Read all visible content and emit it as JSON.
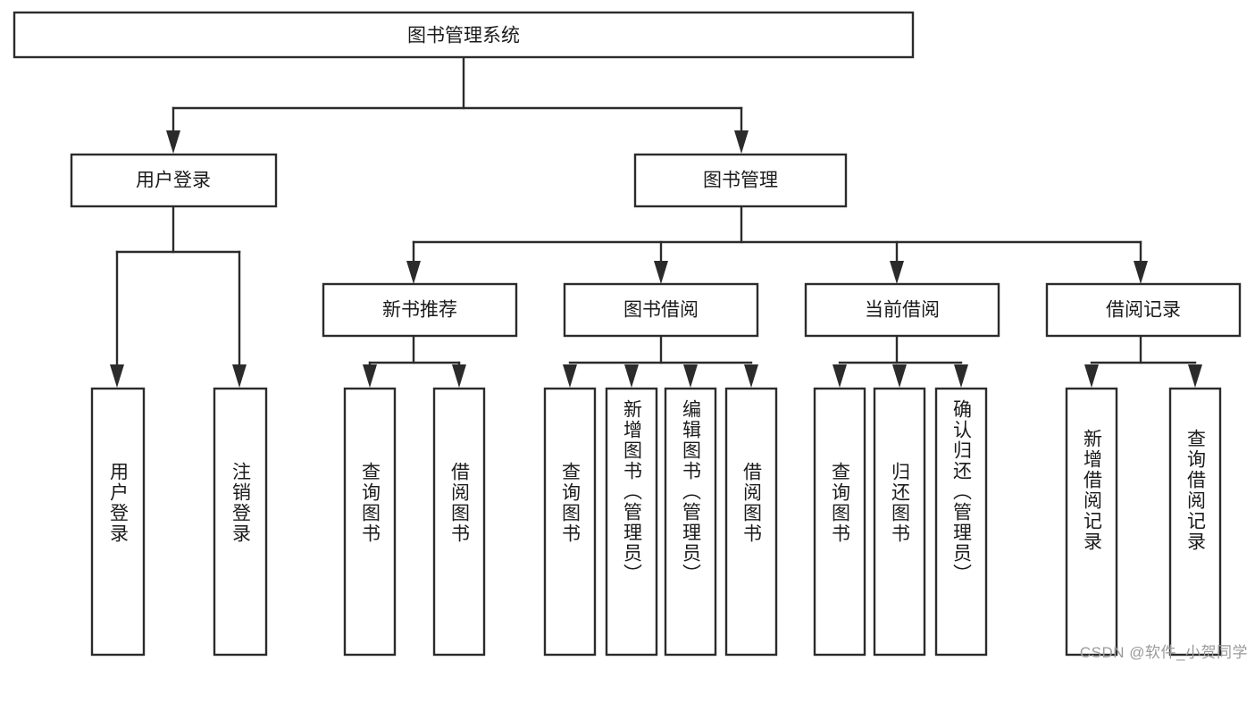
{
  "diagram": {
    "type": "tree-hierarchy",
    "title": "图书管理系统",
    "levels": [
      {
        "level": 1,
        "nodes": [
          {
            "id": "root",
            "label": "图书管理系统",
            "orientation": "horizontal"
          }
        ]
      },
      {
        "level": 2,
        "nodes": [
          {
            "id": "login",
            "label": "用户登录",
            "orientation": "horizontal",
            "parent": "root"
          },
          {
            "id": "bookmgmt",
            "label": "图书管理",
            "orientation": "horizontal",
            "parent": "root"
          }
        ]
      },
      {
        "level": 3,
        "nodes": [
          {
            "id": "newbook",
            "label": "新书推荐",
            "orientation": "horizontal",
            "parent": "bookmgmt"
          },
          {
            "id": "borrow",
            "label": "图书借阅",
            "orientation": "horizontal",
            "parent": "bookmgmt"
          },
          {
            "id": "current",
            "label": "当前借阅",
            "orientation": "horizontal",
            "parent": "bookmgmt"
          },
          {
            "id": "records",
            "label": "借阅记录",
            "orientation": "horizontal",
            "parent": "bookmgmt"
          }
        ]
      },
      {
        "level": 4,
        "nodes": [
          {
            "id": "leaf1",
            "label": "用户登录",
            "orientation": "vertical",
            "parent": "login"
          },
          {
            "id": "leaf2",
            "label": "注销登录",
            "orientation": "vertical",
            "parent": "login"
          },
          {
            "id": "leaf3",
            "label": "查询图书",
            "orientation": "vertical",
            "parent": "newbook"
          },
          {
            "id": "leaf4",
            "label": "借阅图书",
            "orientation": "vertical",
            "parent": "newbook"
          },
          {
            "id": "leaf5",
            "label": "查询图书",
            "orientation": "vertical",
            "parent": "borrow"
          },
          {
            "id": "leaf6",
            "label": "新增图书（管理员）",
            "orientation": "vertical",
            "parent": "borrow"
          },
          {
            "id": "leaf7",
            "label": "编辑图书（管理员）",
            "orientation": "vertical",
            "parent": "borrow"
          },
          {
            "id": "leaf8",
            "label": "借阅图书",
            "orientation": "vertical",
            "parent": "borrow"
          },
          {
            "id": "leaf9",
            "label": "查询图书",
            "orientation": "vertical",
            "parent": "current"
          },
          {
            "id": "leaf10",
            "label": "归还图书",
            "orientation": "vertical",
            "parent": "current"
          },
          {
            "id": "leaf11",
            "label": "确认归还（管理员）",
            "orientation": "vertical",
            "parent": "current"
          },
          {
            "id": "leaf12",
            "label": "新增借阅记录",
            "orientation": "vertical",
            "parent": "records"
          },
          {
            "id": "leaf13",
            "label": "查询借阅记录",
            "orientation": "vertical",
            "parent": "records"
          }
        ]
      }
    ],
    "colors": {
      "box_stroke": "#2b2b2b",
      "box_fill": "#ffffff",
      "connector": "#2b2b2b",
      "text": "#1b1b1b",
      "background": "#ffffff",
      "watermark": "#9a9a9a"
    }
  },
  "watermark": {
    "text": "CSDN @软件_小贺同学"
  }
}
